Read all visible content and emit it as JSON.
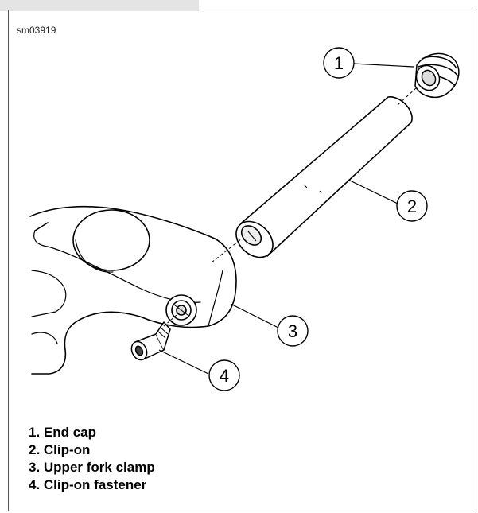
{
  "figure_id": "sm03919",
  "callouts": [
    {
      "number": "1",
      "part": "End cap"
    },
    {
      "number": "2",
      "part": "Clip-on"
    },
    {
      "number": "3",
      "part": "Upper fork clamp"
    },
    {
      "number": "4",
      "part": "Clip-on fastener"
    }
  ],
  "legend": [
    "1. End cap",
    "2. Clip-on",
    "3. Upper fork clamp",
    "4. Clip-on fastener"
  ]
}
